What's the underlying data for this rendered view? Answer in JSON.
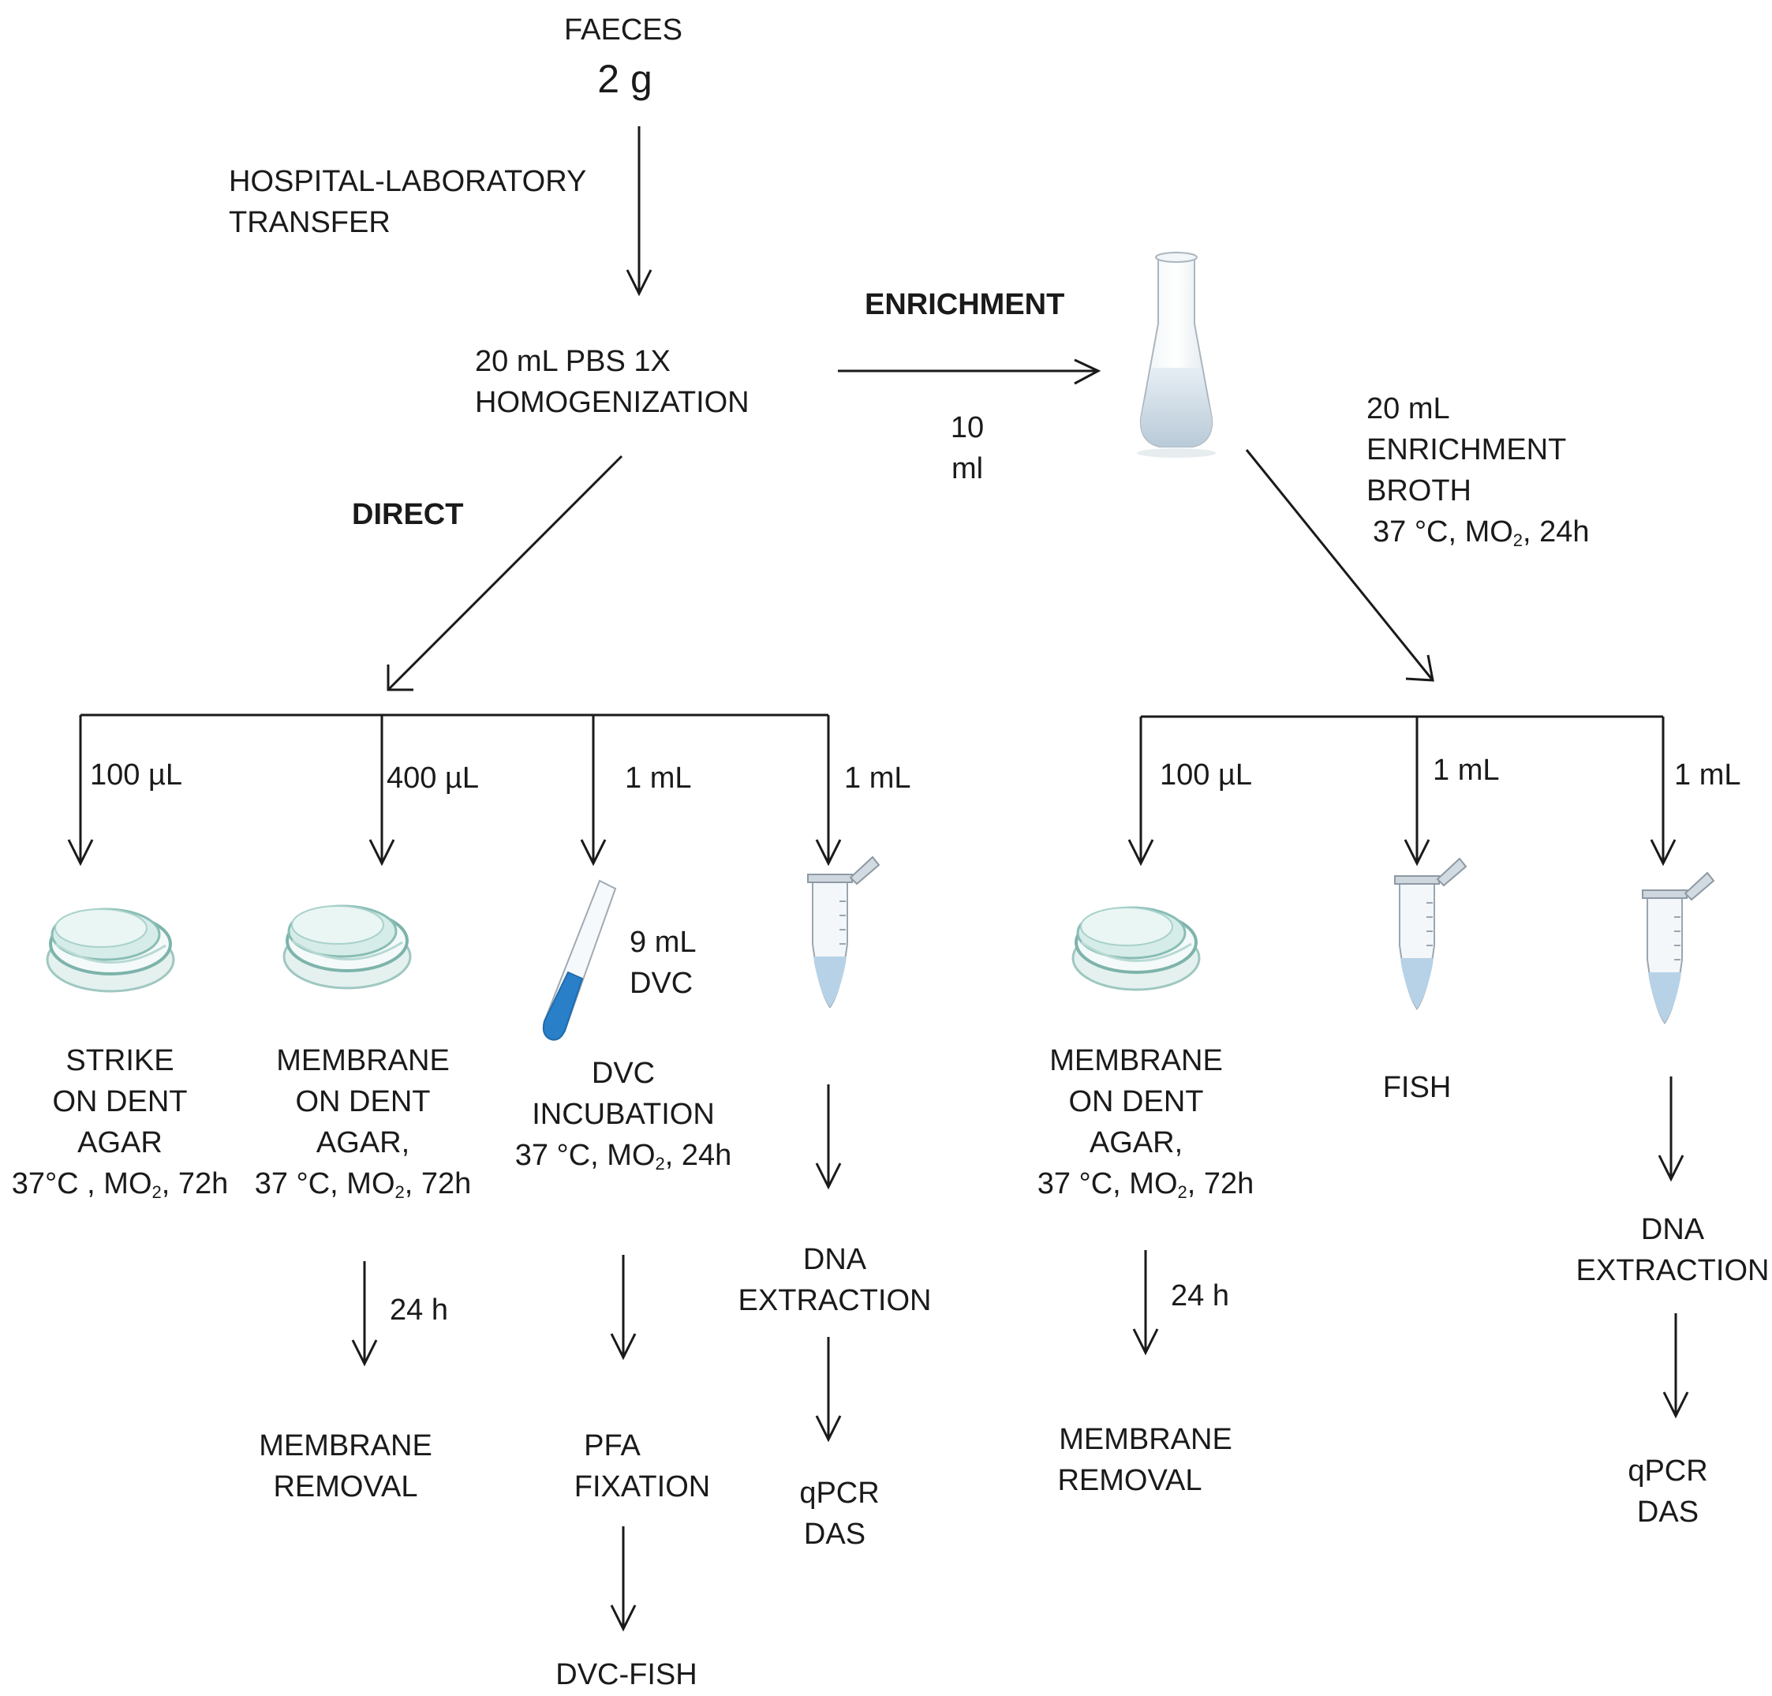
{
  "source": {
    "title": "FAECES",
    "amount": "2 g"
  },
  "transfer": {
    "line1": "HOSPITAL-LABORATORY",
    "line2": "TRANSFER"
  },
  "homogenization": {
    "line1": "20 mL PBS 1X",
    "line2": "HOMOGENIZATION"
  },
  "enrichment": {
    "label": "ENRICHMENT",
    "volume_line1": "10",
    "volume_line2": "ml",
    "broth_line1": "20 mL",
    "broth_line2": "ENRICHMENT",
    "broth_line3": "BROTH",
    "broth_cond": "37 °C, MO",
    "broth_cond_sub": "2",
    "broth_cond_end": ", 24h"
  },
  "direct": {
    "label": "DIRECT",
    "branches": [
      {
        "volume": "100 µL",
        "line1": "STRIKE",
        "line2": "ON DENT",
        "line3": "AGAR",
        "cond": "37°C , MO",
        "cond_sub": "2",
        "cond_end": ", 72h"
      },
      {
        "volume": "400 µL",
        "line1": "MEMBRANE",
        "line2": "ON DENT",
        "line3": "AGAR,",
        "cond": "37 °C, MO",
        "cond_sub": "2",
        "cond_end": ", 72h",
        "time": "24 h",
        "next1": "MEMBRANE",
        "next2": "REMOVAL"
      },
      {
        "volume": "1 mL",
        "tube_note1": "9 mL",
        "tube_note2": "DVC",
        "line1": "DVC",
        "line2": "INCUBATION",
        "cond": "37 °C, MO",
        "cond_sub": "2",
        "cond_end": ", 24h",
        "next1": "PFA",
        "next2": "FIXATION",
        "final": "DVC-FISH"
      },
      {
        "volume": "1 mL",
        "line1": "DNA",
        "line2": "EXTRACTION",
        "next1": "qPCR",
        "next2": "DAS"
      }
    ]
  },
  "enriched": {
    "branches": [
      {
        "volume": "100 µL",
        "line1": "MEMBRANE",
        "line2": "ON DENT",
        "line3": "AGAR,",
        "cond": "37 °C, MO",
        "cond_sub": "2",
        "cond_end": ", 72h",
        "time": "24 h",
        "next1": "MEMBRANE",
        "next2": "REMOVAL"
      },
      {
        "volume": "1 mL",
        "line1": "FISH"
      },
      {
        "volume": "1 mL",
        "line1": "DNA",
        "line2": "EXTRACTION",
        "next1": "qPCR",
        "next2": "DAS"
      }
    ]
  }
}
